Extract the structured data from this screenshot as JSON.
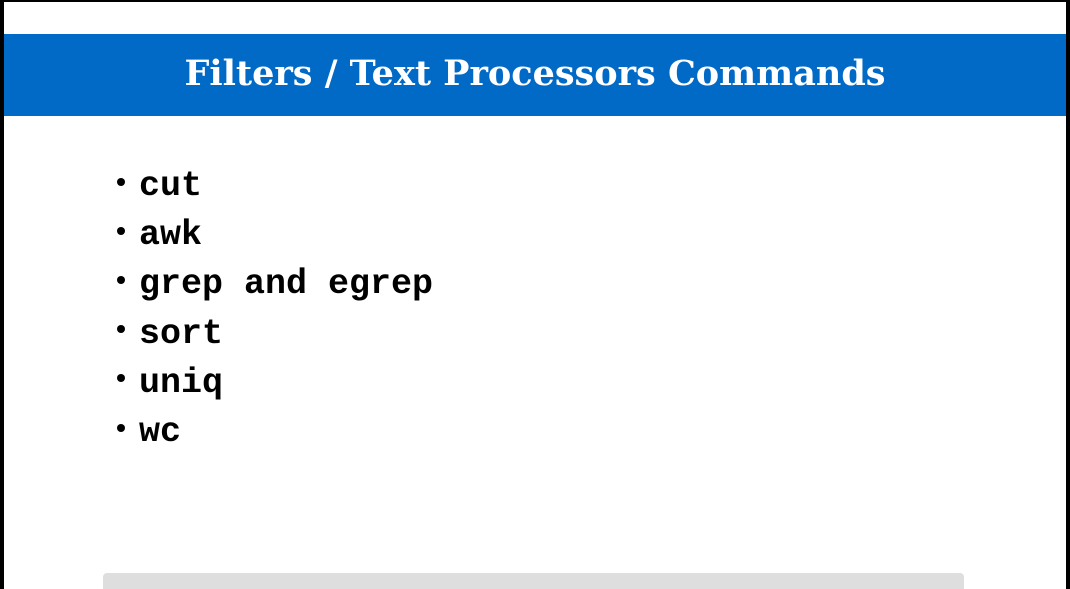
{
  "slide": {
    "title": "Filters / Text Processors Commands",
    "bullets": [
      "cut",
      "awk",
      "grep and egrep",
      "sort",
      "uniq",
      "wc"
    ]
  },
  "colors": {
    "title_bar": "#0169c6",
    "title_text": "#ffffff",
    "background": "#ffffff",
    "frame": "#000000",
    "bottom_bar": "#dedede"
  }
}
